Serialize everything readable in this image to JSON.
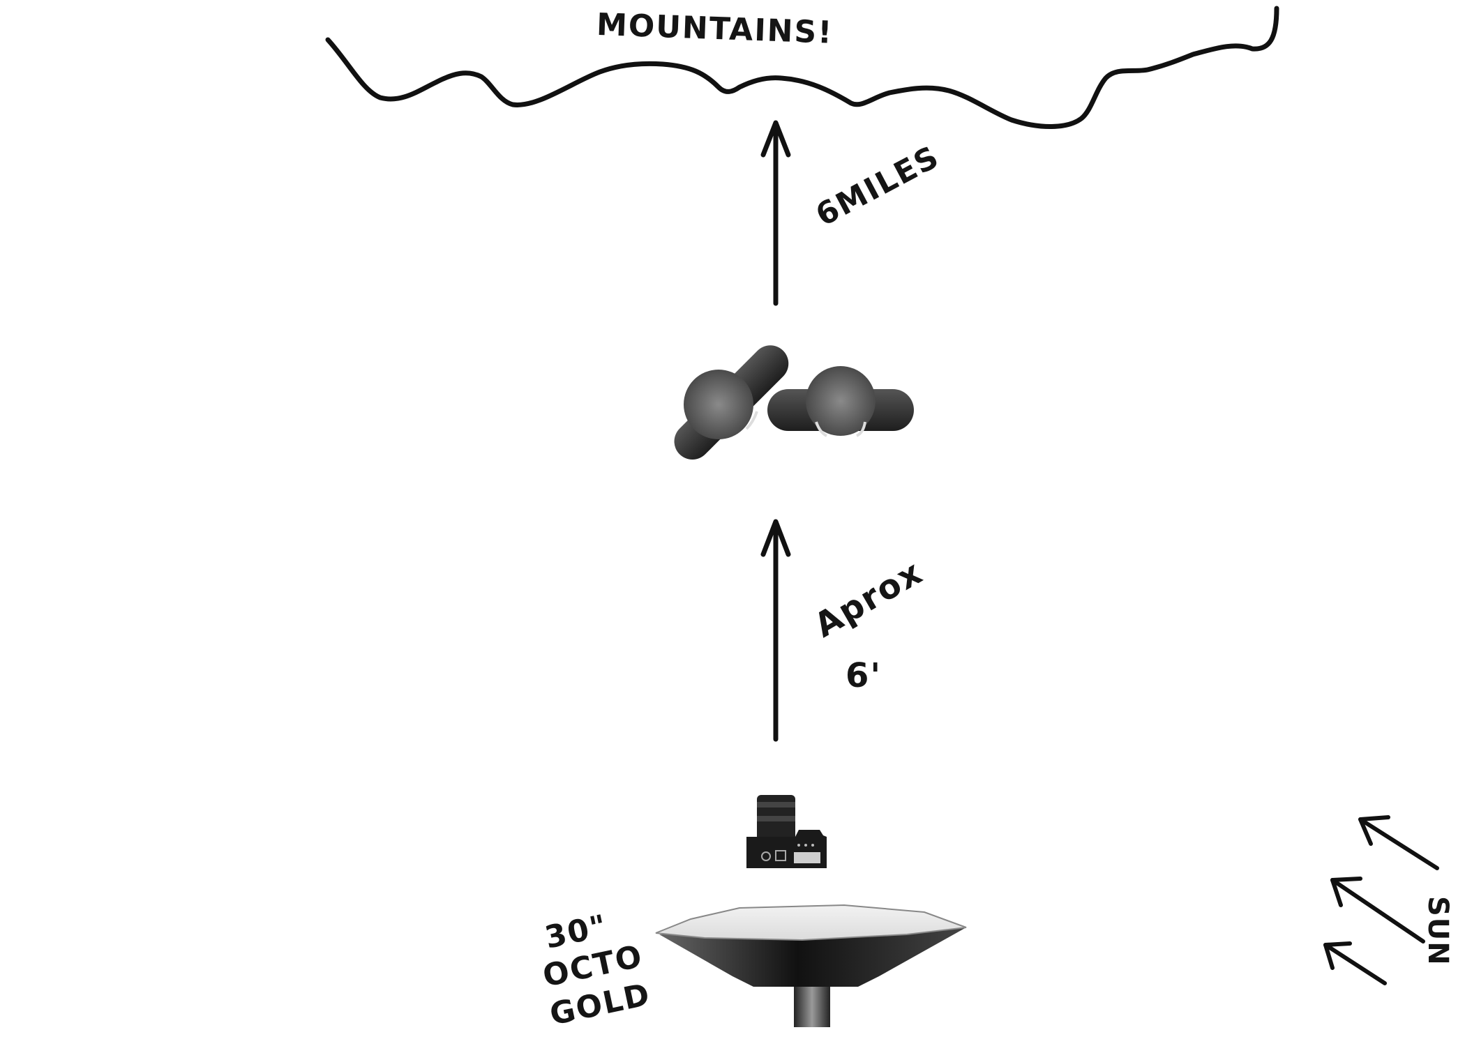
{
  "labels": {
    "mountains": "MOUNTAINS!",
    "distance_far": "6MILES",
    "distance_near_line1": "Aprox",
    "distance_near_line2": "6'",
    "softbox_line1": "30\"",
    "softbox_line2": "OCTO",
    "softbox_line3": "GOLD",
    "sun": "SUN"
  },
  "icons": {
    "subject_left": "person-topdown-icon",
    "subject_right": "person-topdown-icon",
    "camera": "camera-icon",
    "softbox": "octabox-icon"
  }
}
